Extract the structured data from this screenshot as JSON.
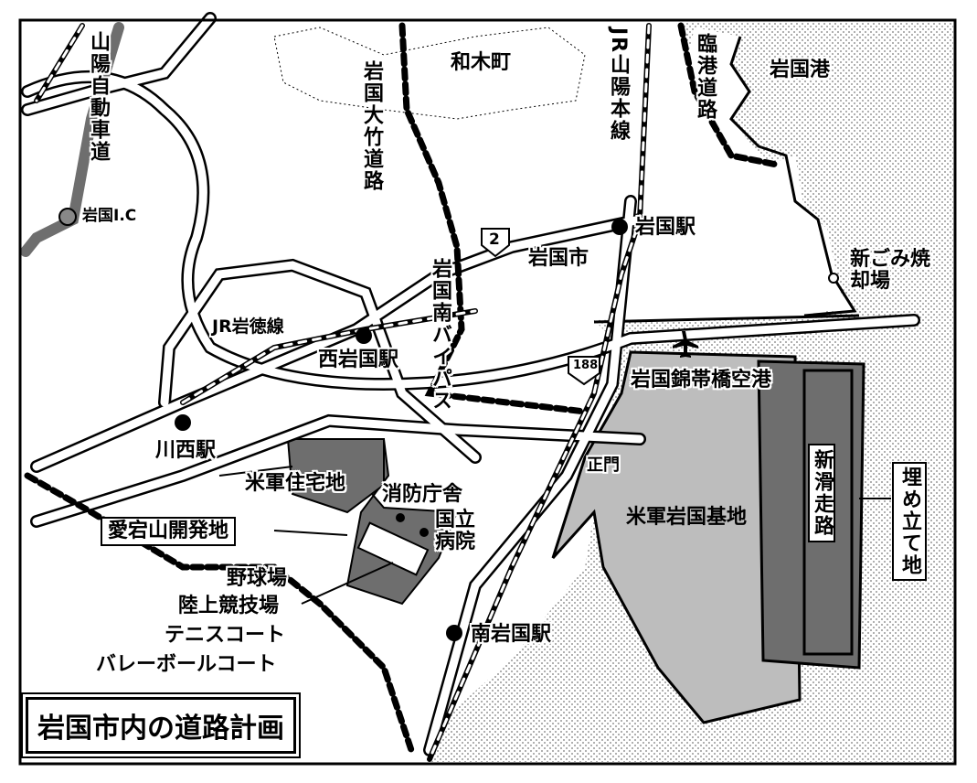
{
  "title": "岩国市内の道路計画",
  "labels": {
    "sanyo_expressway": "山陽自動車道",
    "waki_town": "和木町",
    "iwakuni_otake_road": "岩国大竹道路",
    "jr_sanyo_line": "JR山陽本線",
    "rinko_road": "臨港道路",
    "iwakuni_port": "岩国港",
    "iwakuni_ic": "岩国I.C",
    "iwakuni_station": "岩国駅",
    "iwakuni_city": "岩国市",
    "incinerator": "新ごみ焼却場",
    "iwakuni_south_bypass": "岩国南バイパス",
    "jr_gantoku_line": "JR岩徳線",
    "nishi_iwakuni_station": "西岩国駅",
    "airport": "岩国錦帯橋空港",
    "kawanishi_station": "川西駅",
    "us_housing": "米軍住宅地",
    "fire_department": "消防庁舎",
    "national_hospital": "国立病院",
    "main_gate": "正門",
    "us_base": "米軍岩国基地",
    "new_runway": "新滑走路",
    "reclaimed_land": "埋め立て地",
    "atagoyama": "愛宕山開発地",
    "baseball": "野球場",
    "athletics": "陸上競技場",
    "tennis": "テニスコート",
    "volleyball": "バレーボールコート",
    "minami_iwakuni_station": "南岩国駅"
  },
  "route_numbers": {
    "route2": "2",
    "route188": "188"
  },
  "icons": [
    "station-dot-icon",
    "airplane-icon",
    "incinerator-icon"
  ],
  "colors": {
    "base": "#bdbdbd",
    "dark": "#6e6e6e",
    "sea_dots": "#888888"
  }
}
